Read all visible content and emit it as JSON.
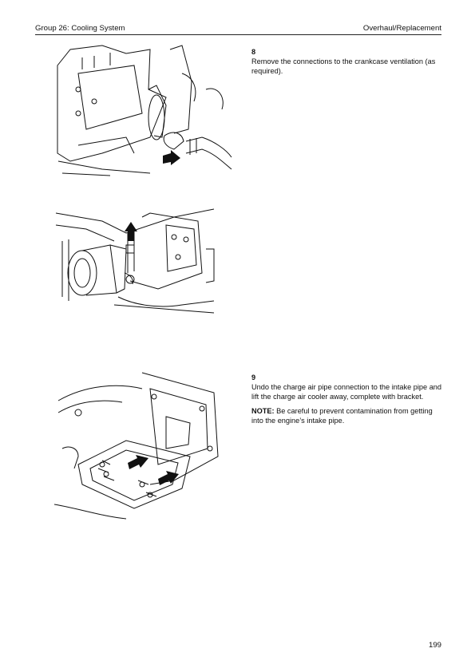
{
  "header": {
    "left": "Group 26: Cooling System",
    "right": "Overhaul/Replacement"
  },
  "steps": [
    {
      "number": "8",
      "text": "Remove the connections to the crankcase ventilation (as required)."
    },
    {
      "number": "9",
      "text": "Undo the charge air pipe connection to the intake pipe and lift the charge air cooler away, complete with bracket.",
      "note_label": "NOTE:",
      "note_text": " Be careful to prevent contamination from get­ting into the engine’s intake pipe."
    }
  ],
  "page_number": "199"
}
